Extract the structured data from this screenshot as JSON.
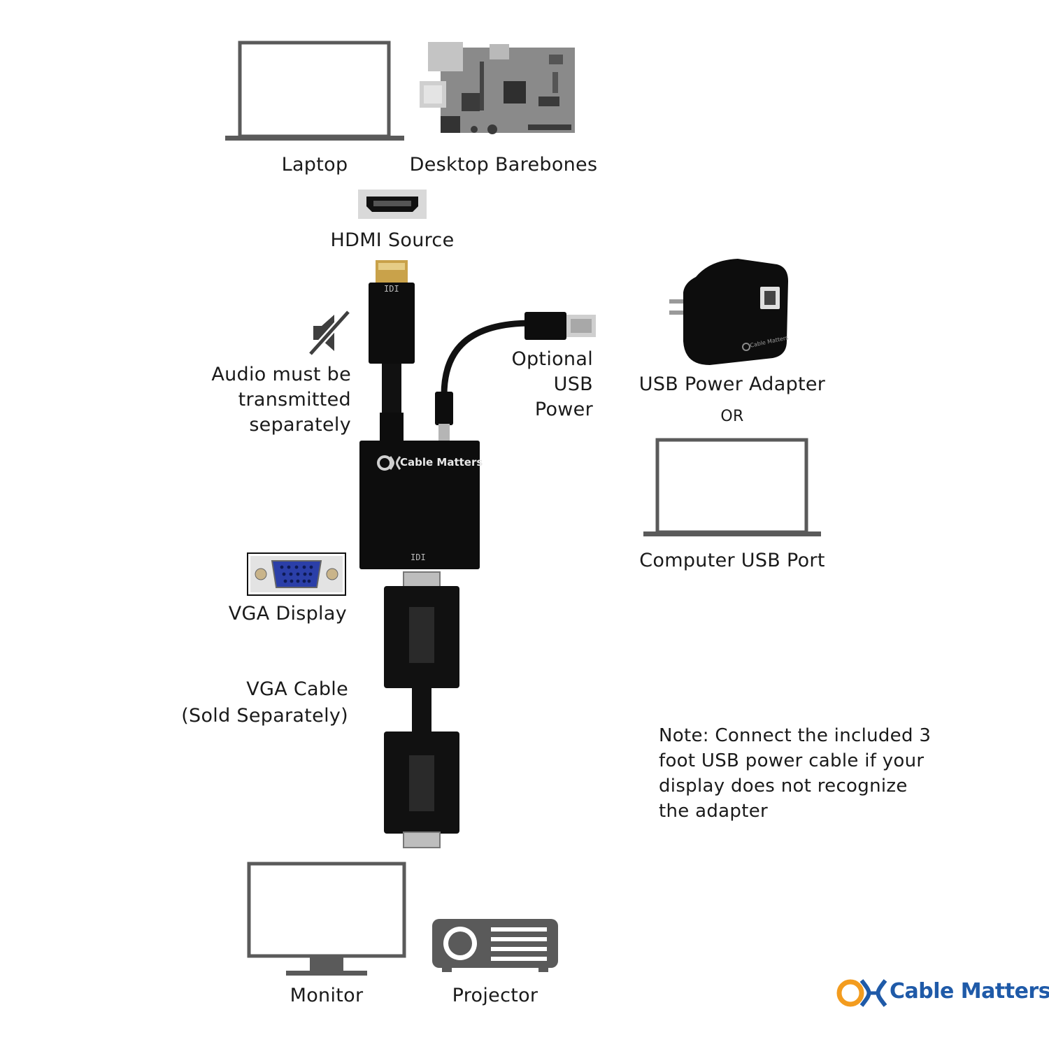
{
  "sources": {
    "laptop_label": "Laptop",
    "desktop_label": "Desktop Barebones",
    "hdmi_source_label": "HDMI Source"
  },
  "adapter": {
    "audio_line1": "Audio must be",
    "audio_line2": "transmitted",
    "audio_line3": "separately",
    "usb_power_line1": "Optional",
    "usb_power_line2": "USB",
    "usb_power_line3": "Power",
    "logo_text": "Cable Matters",
    "hdmi_port_mark": "IDI",
    "vga_port_mark": "IDI"
  },
  "power": {
    "usb_adapter_label": "USB Power Adapter",
    "or_label": "OR",
    "computer_usb_label": "Computer USB Port",
    "charger_logo_text": "Cable Matters"
  },
  "vga": {
    "display_label": "VGA Display",
    "cable_line1": "VGA Cable",
    "cable_line2": "(Sold Separately)"
  },
  "note": {
    "line1": "Note: Connect the included 3",
    "line2": "foot USB power cable if your",
    "line3": "display does not recognize",
    "line4": "the adapter"
  },
  "outputs": {
    "monitor_label": "Monitor",
    "projector_label": "Projector"
  },
  "brand": {
    "logo_text": "Cable Matters",
    "logo_orange": "#f39c1f",
    "logo_blue": "#1f5aa8"
  },
  "colors": {
    "icon_gray": "#5a5a5a",
    "adapter_black": "#0d0d0d",
    "vga_port_blue": "#2b3fa8"
  }
}
